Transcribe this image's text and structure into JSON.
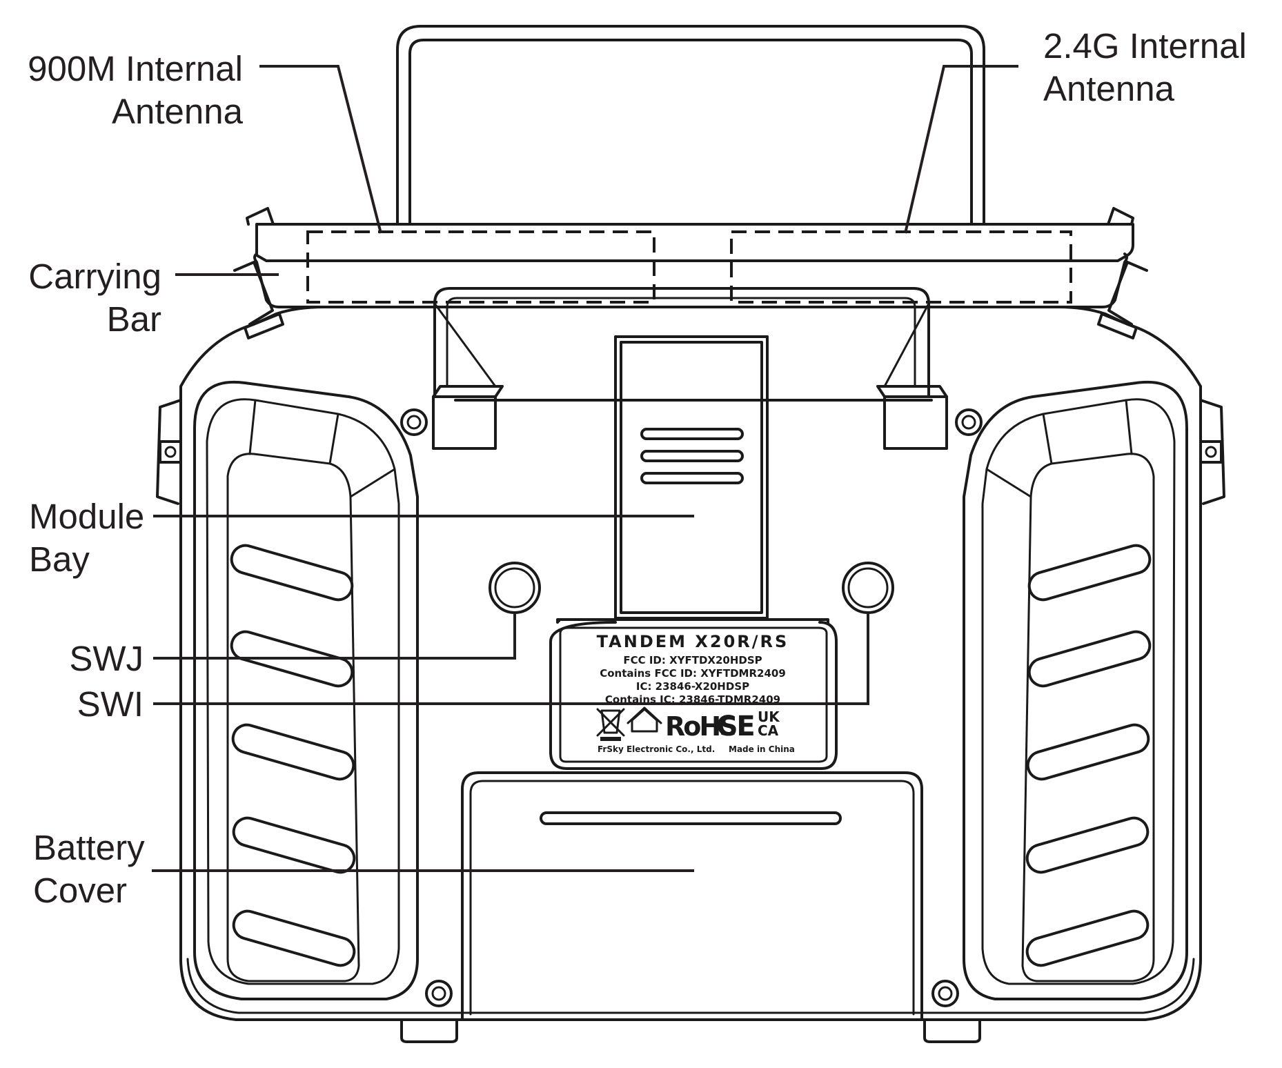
{
  "labels": {
    "antenna_900m_line1": "900M Internal",
    "antenna_900m_line2": "Antenna",
    "antenna_24g_line1": "2.4G Internal",
    "antenna_24g_line2": "Antenna",
    "carrying_bar_line1": "Carrying",
    "carrying_bar_line2": "Bar",
    "module_bay_line1": "Module",
    "module_bay_line2": "Bay",
    "swj": "SWJ",
    "swi": "SWI",
    "battery_cover_line1": "Battery",
    "battery_cover_line2": "Cover"
  },
  "label_plate": {
    "model": "TANDEM X20R/RS",
    "fcc_id": "FCC ID: XYFTDX20HDSP",
    "contains_fcc_id": "Contains FCC ID: XYFTDMR2409",
    "ic": "IC: 23846-X20HDSP",
    "contains_ic": "Contains IC: 23846-TDMR2409",
    "rohs": "RoHS",
    "ce": "CE",
    "ukca_top": "UK",
    "ukca_bottom": "CA",
    "manufacturer": "FrSky Electronic Co., Ltd.",
    "origin": "Made in China"
  },
  "colors": {
    "line": "#1a1a1a",
    "label_text": "#231f20",
    "background": "#ffffff"
  }
}
